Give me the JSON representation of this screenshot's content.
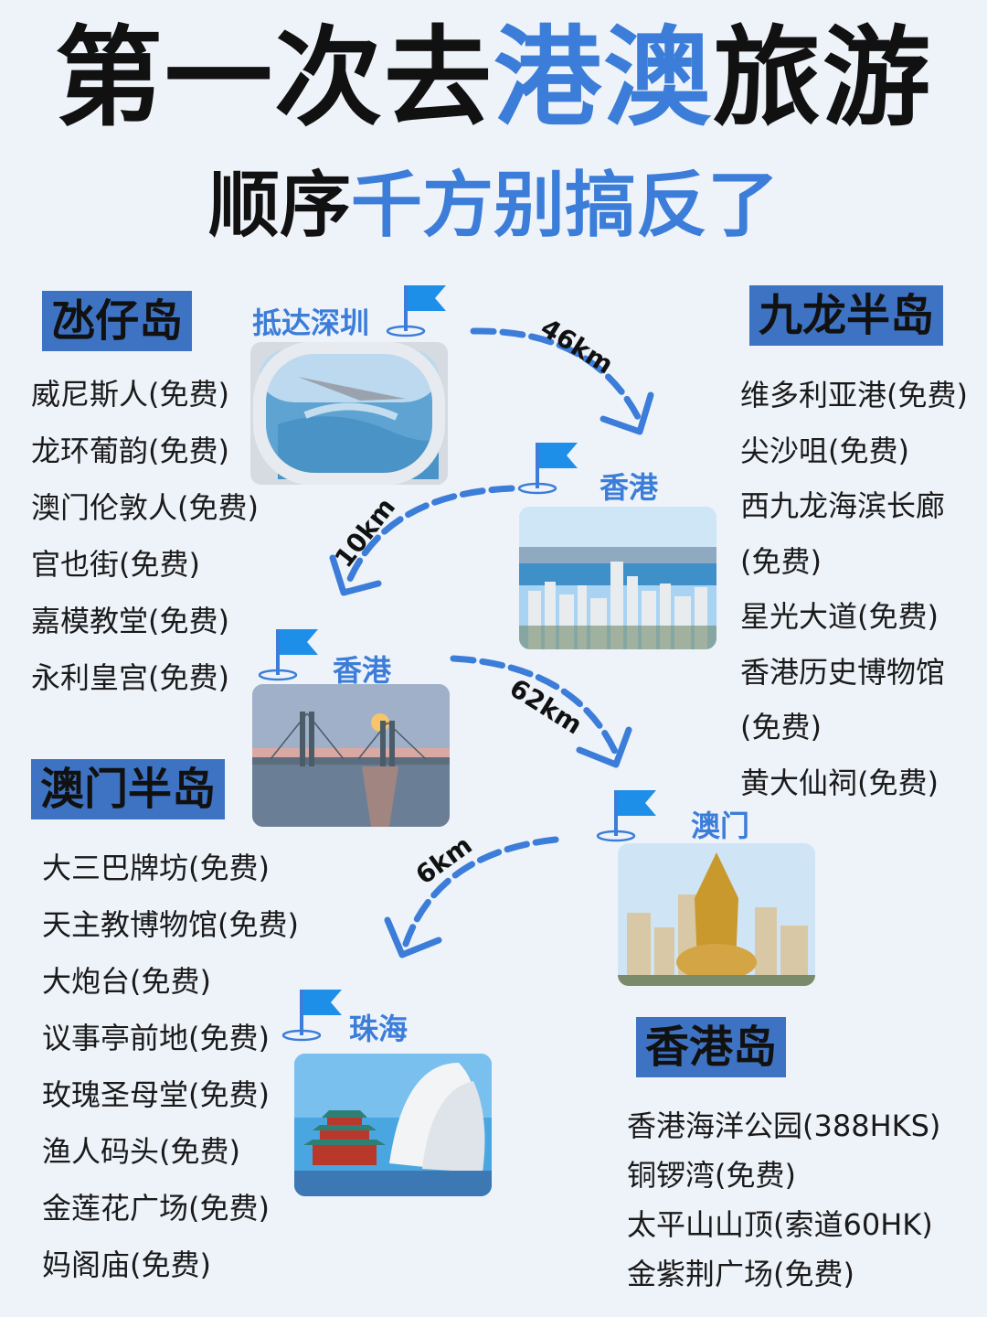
{
  "title": {
    "line1_part1": "第一次去",
    "line1_part2": "港澳",
    "line1_part3": "旅游",
    "line2_part1": "顺序",
    "line2_part2": "千方别搞反了"
  },
  "sections": {
    "taipa": {
      "heading": "氹仔岛",
      "items": [
        "威尼斯人(免费)",
        "龙环葡韵(免费)",
        "澳门伦敦人(免费)",
        "官也街(免费)",
        "嘉模教堂(免费)",
        "永利皇宫(免费)"
      ]
    },
    "kowloon": {
      "heading": "九龙半岛",
      "items": [
        "维多利亚港(免费)",
        "尖沙咀(免费)",
        "西九龙海滨长廊",
        "(免费)",
        "星光大道(免费)",
        "香港历史博物馆",
        "(免费)",
        "黄大仙祠(免费)"
      ]
    },
    "macau_peninsula": {
      "heading": "澳门半岛",
      "items": [
        "大三巴牌坊(免费)",
        "天主教博物馆(免费)",
        "大炮台(免费)",
        "议事亭前地(免费)",
        "玫瑰圣母堂(免费)",
        "渔人码头(免费)",
        "金莲花广场(免费)",
        "妈阁庙(免费)"
      ]
    },
    "hk_island": {
      "heading": "香港岛",
      "items": [
        "香港海洋公园(388HKS)",
        "铜锣湾(免费)",
        "太平山山顶(索道60HK)",
        "金紫荆广场(免费)"
      ]
    }
  },
  "route": {
    "stops": [
      "抵达深圳",
      "香港",
      "香港",
      "澳门",
      "珠海"
    ],
    "distances": [
      "46km",
      "10km",
      "62km",
      "6km"
    ]
  },
  "colors": {
    "accent": "#3b7dd8",
    "header_bg": "#3e73c4",
    "background": "#eef3fa"
  },
  "icons": [
    "flag-icon",
    "dashed-arrow"
  ]
}
